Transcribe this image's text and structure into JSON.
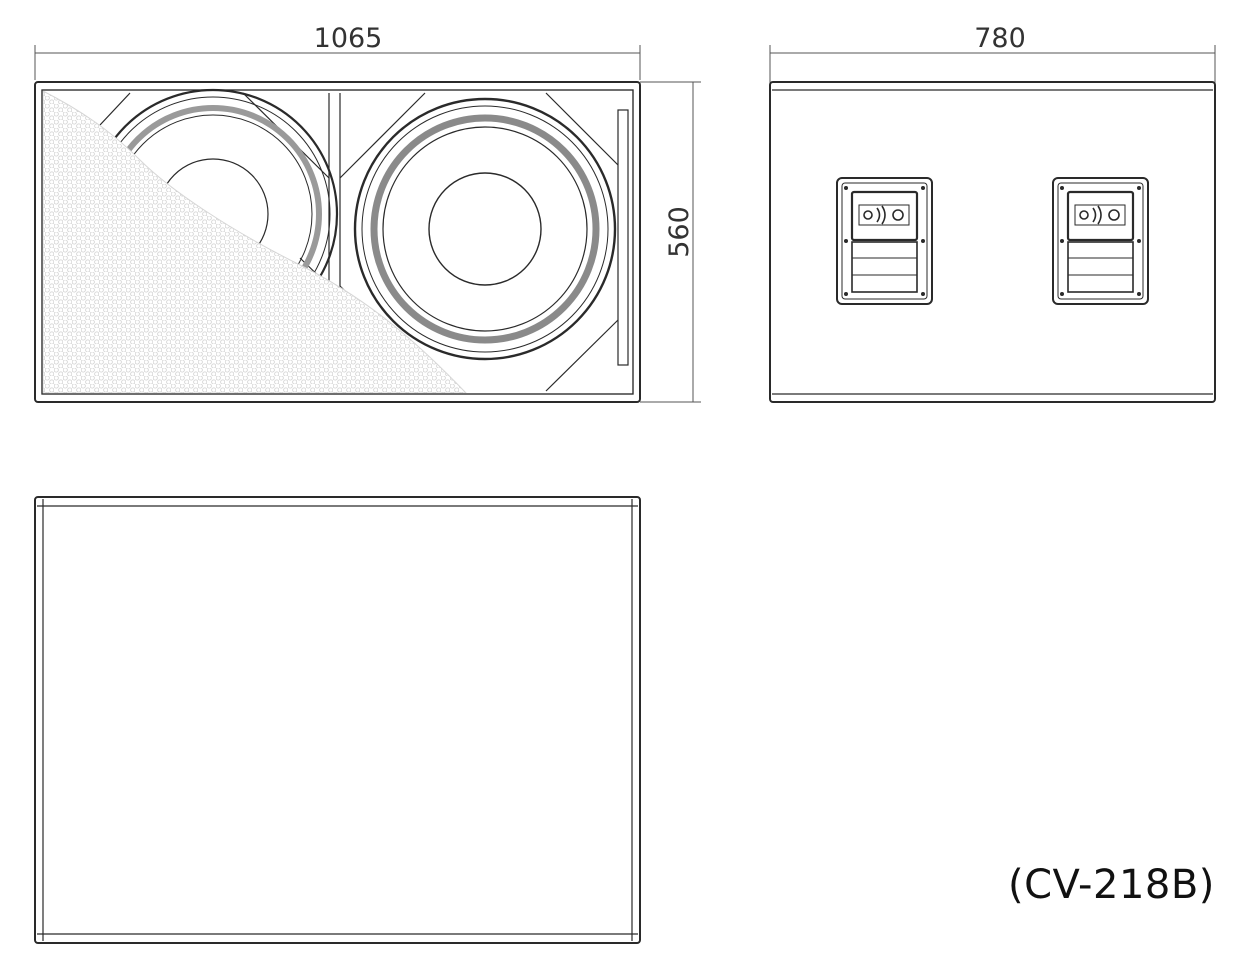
{
  "dimensions": {
    "front_width": "1065",
    "front_height": "560",
    "side_depth": "780"
  },
  "model_label": "(CV-218B)",
  "colors": {
    "line": "#2a2a2a",
    "grille": "#d2d2d2",
    "background": "#ffffff"
  },
  "icons": {
    "handle_logo": "sound-waves-icon"
  }
}
